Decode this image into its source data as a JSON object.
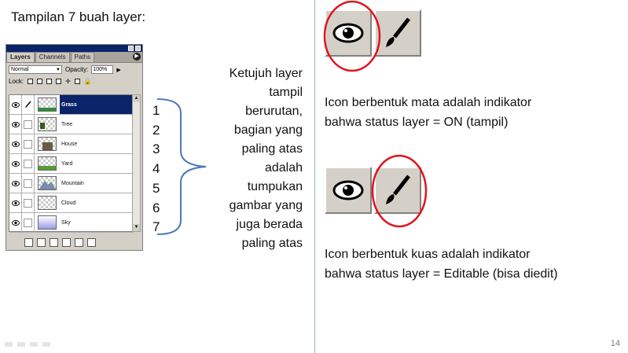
{
  "slide": {
    "title": "Tampilan 7 buah layer:",
    "page_number": "14",
    "description_lines": [
      "Ketujuh layer",
      "tampil",
      "berurutan,",
      "bagian yang",
      "paling atas",
      "adalah",
      "tumpukan",
      "gambar yang",
      "juga berada",
      "paling atas"
    ],
    "numbers": [
      "1",
      "2",
      "3",
      "4",
      "5",
      "6",
      "7"
    ],
    "caption_eye": [
      "Icon berbentuk mata adalah indikator",
      "bahwa status layer = ON (tampil)"
    ],
    "caption_brush": [
      "Icon berbentuk kuas adalah indikator",
      "bahwa status layer = Editable (bisa diedit)"
    ],
    "highlight_color": "#e0141e"
  },
  "panel": {
    "tabs": [
      "Layers",
      "Channels",
      "Paths"
    ],
    "blend_mode": "Normal",
    "opacity_label": "Opacity:",
    "opacity_value": "100%",
    "lock_label": "Lock:",
    "layers": [
      {
        "name": "Grass",
        "selected": true
      },
      {
        "name": "Tree",
        "selected": false
      },
      {
        "name": "House",
        "selected": false
      },
      {
        "name": "Yard",
        "selected": false
      },
      {
        "name": "Mountain",
        "selected": false
      },
      {
        "name": "Cloud",
        "selected": false
      },
      {
        "name": "Sky",
        "selected": false
      }
    ]
  }
}
